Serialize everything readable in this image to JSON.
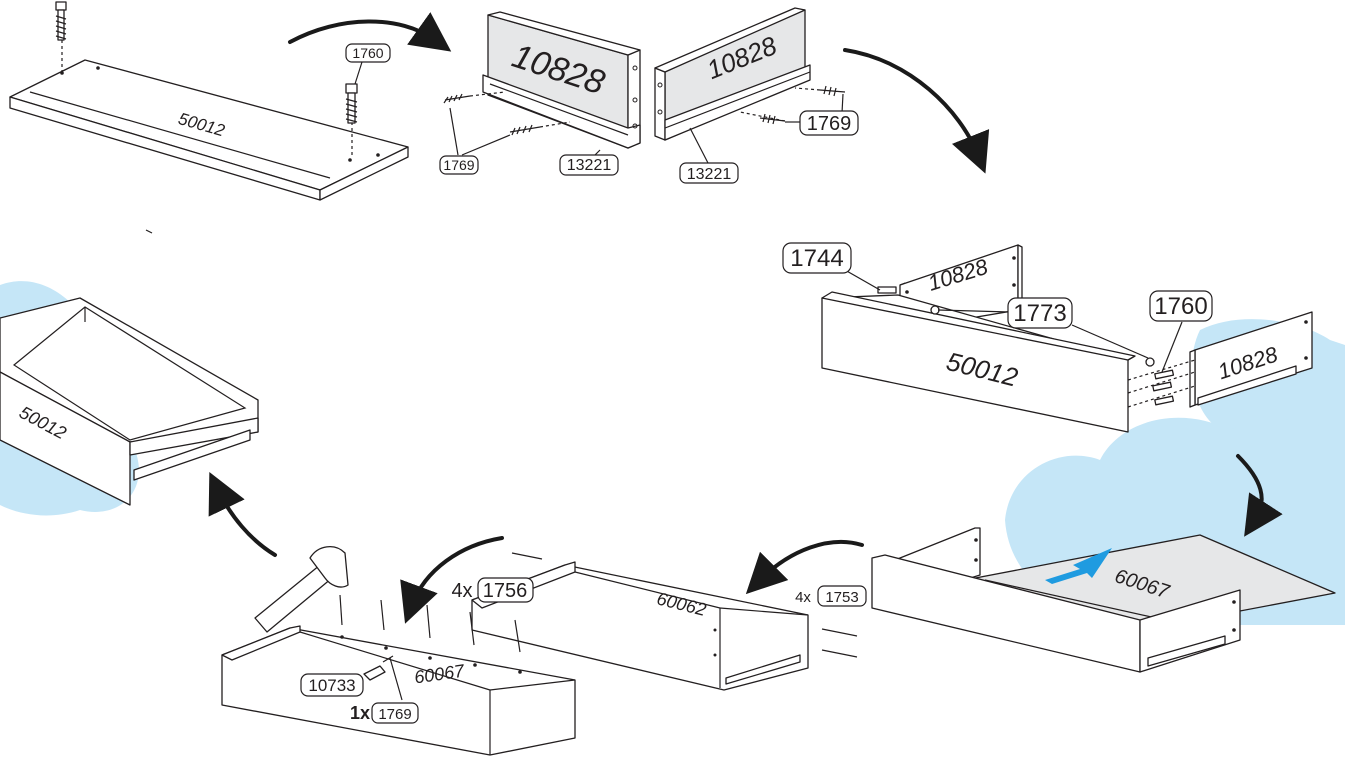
{
  "parts": {
    "panel_bottom": "50012",
    "side_panel": "10828",
    "runner": "13221",
    "cam_bolt": "1760",
    "screw_a": "1769",
    "dowel": "1744",
    "cam_lock": "1773",
    "drawer_base": "60067",
    "drawer_back": "60062",
    "nail_pack": "1756",
    "screw_b": "1753",
    "stop": "10733"
  },
  "quantities": {
    "q_1756": "4x",
    "q_1753": "4x",
    "q_1769": "1x"
  },
  "colors": {
    "accent_cloud": "#c5e6f7",
    "panel_gray": "#e6e7e8",
    "arrow_blue": "#1f9be0"
  }
}
